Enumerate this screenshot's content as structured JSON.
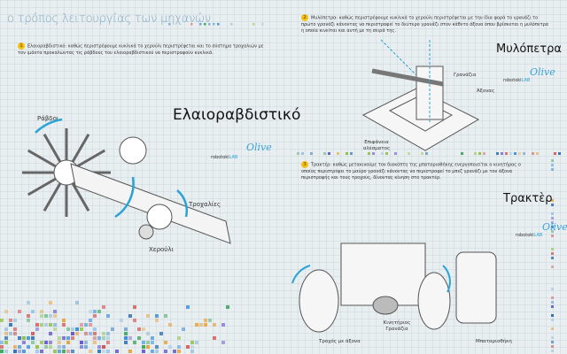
{
  "page_title": "ο τρόπος λειτουργίας των μηχανών",
  "sections": [
    {
      "number": "1",
      "text": "Ελαιοραβδιστικό: καθώς περιστρέφουμε κυκλικά το χερούλι περιστρέφεται και το σύστημα τροχαλιών με τον ιμάντα προκαλώντας τις ράβδους του ελαιοραβδιστικού να περιστραφούν κυκλικά.",
      "heading": "Ελαιοραβδιστικό",
      "labels": {
        "rods": "Ράβδοι",
        "pulleys": "Τροχαλίες",
        "handle": "Χερούλι"
      }
    },
    {
      "number": "2",
      "text": "Μυλόπετρα: καθώς περιστρέφουμε κυκλικά το χερούλι περιστρέφεται με την ίδια φορά το γρανάζι το πρώτο γρανάζι κάνοντας να περιστραφεί το δεύτερο γρανάζι στον κάθετο άξονα όπου βρίσκεται η μυλόπετρα η οποία κινείται και αυτή με τη σειρά της.",
      "heading": "Μυλόπετρα",
      "labels": {
        "gears": "Γρανάζια",
        "axis": "Άξονας",
        "grinding_surface": "Επιφάνεια αλέσματος"
      }
    },
    {
      "number": "3",
      "text": "Τρακτέρ: καθώς μετακινούμε τον διακόπτη της μπαταριοθήκης ενεργοποιείται ο κινητήρας ο οποίος περιστρέφει το μαύρο γρανάζι κάνοντας να περιστραφεί το μπεζ γρανάζι με τον άξονα περιστροφής και τους τροχούς, δίνοντας κίνηση στο τρακτέρ.",
      "heading": "Τρακτὲρ",
      "labels": {
        "motor_gears": "Κινητήριος Γρανάζια",
        "wheel_axle": "Τροχός με άξονα",
        "battery_box": "Μπαταριοθήκη"
      }
    }
  ],
  "logo": {
    "prefix": "robotoki",
    "suffix": "LAB",
    "signature": "Olive"
  },
  "colors": {
    "accent": "#2aa3d6",
    "title": "#7aa7c4",
    "badge": "#f2c21b"
  }
}
